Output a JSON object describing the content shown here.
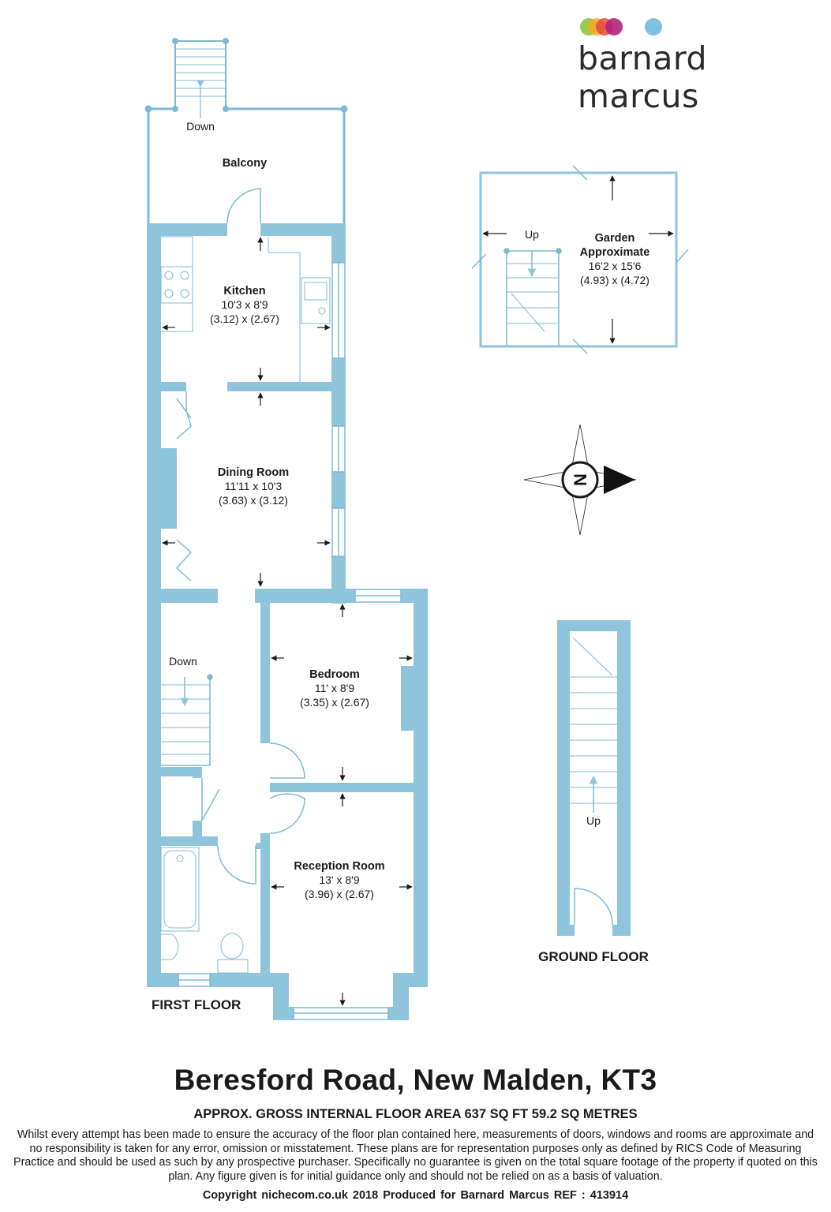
{
  "brand": {
    "name": "barnard marcus",
    "colors": [
      "#8cc63f",
      "#f7a823",
      "#e5413b",
      "#b0247a",
      "#7ec1e0"
    ]
  },
  "colors": {
    "wall": "#8ec4dc",
    "stroke": "#7fb8d4",
    "text": "#1a1a1a"
  },
  "first_floor": {
    "label": "FIRST FLOOR",
    "rooms": {
      "balcony": {
        "name": "Balcony"
      },
      "kitchen": {
        "name": "Kitchen",
        "imperial": "10'3 x 8'9",
        "metric": "(3.12) x (2.67)"
      },
      "dining": {
        "name": "Dining Room",
        "imperial": "11'11 x 10'3",
        "metric": "(3.63) x (3.12)"
      },
      "bedroom": {
        "name": "Bedroom",
        "imperial": "11' x 8'9",
        "metric": "(3.35) x (2.67)"
      },
      "reception": {
        "name": "Reception Room",
        "imperial": "13' x 8'9",
        "metric": "(3.96) x (2.67)"
      }
    },
    "stairs_balcony": "Down",
    "stairs_landing": "Down"
  },
  "ground_floor": {
    "label": "GROUND FLOOR",
    "stairs": "Up"
  },
  "garden": {
    "name": "Garden",
    "qualifier": "Approximate",
    "imperial": "16'2 x 15'6",
    "metric": "(4.93) x (4.72)",
    "stairs": "Up"
  },
  "compass": {
    "letter": "N"
  },
  "footer": {
    "title": "Beresford Road, New Malden, KT3",
    "area": "APPROX. GROSS INTERNAL FLOOR AREA 637 SQ FT 59.2 SQ METRES",
    "disclaimer": "Whilst every attempt has been made to ensure the accuracy of the floor plan contained here, measurements of doors, windows and rooms are approximate and no responsibility is taken for any error, omission or misstatement. These plans are for representation purposes only as defined by RICS Code of Measuring Practice and should be used as such by any prospective purchaser.  Specifically no guarantee is given on the total square footage of the property if quoted on this plan. Any figure given is for initial guidance only and should not be relied on as a basis of valuation.",
    "copyright": "Copyright nichecom.co.uk 2018    Produced for Barnard Marcus   REF : 413914"
  }
}
